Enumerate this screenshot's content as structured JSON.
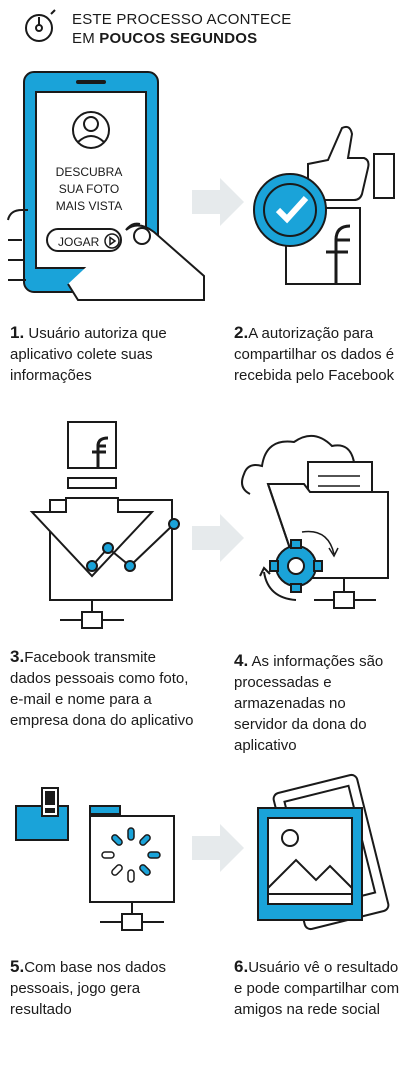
{
  "header": {
    "line1": "ESTE PROCESSO ACONTECE",
    "line2_prefix": "EM ",
    "line2_bold": "POUCOS SEGUNDOS"
  },
  "phone": {
    "line1": "DESCUBRA",
    "line2": "SUA FOTO",
    "line3": "MAIS VISTA",
    "button": "JOGAR"
  },
  "steps": [
    {
      "num": "1.",
      "text": " Usuário autoriza que aplicativo colete suas informações"
    },
    {
      "num": "2.",
      "text": "A autorização para compartilhar os dados é recebida pelo Facebook"
    },
    {
      "num": "3.",
      "text": "Facebook transmite dados pessoais como foto, e-mail e nome para a empresa dona do aplicativo"
    },
    {
      "num": "4.",
      "text": " As informações são processadas e armazenadas no servidor da dona do aplicativo"
    },
    {
      "num": "5.",
      "text": "Com base nos dados pessoais, jogo gera resultado"
    },
    {
      "num": "6.",
      "text": "Usuário vê o resultado e pode compartilhar com amigos na rede social"
    }
  ],
  "colors": {
    "accent": "#1aa3d9",
    "ink": "#1a1a1a",
    "arrow": "#e6eaec"
  },
  "icons": [
    "stopwatch-icon",
    "thumbs-up-icon",
    "facebook-icon",
    "gear-icon",
    "cloud-icon",
    "folder-icon",
    "server-icon",
    "picture-icon"
  ]
}
